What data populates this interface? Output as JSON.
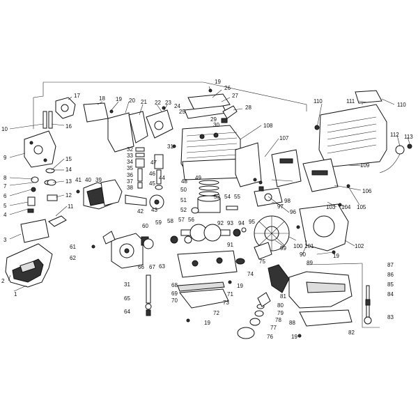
{
  "labels": {
    "l1": "1",
    "l2": "2",
    "l3": "3",
    "l4": "4",
    "l5": "5",
    "l6": "6",
    "l7": "7",
    "l8": "8",
    "l9": "9",
    "l10": "10",
    "l11": "11",
    "l12": "12",
    "l13": "13",
    "l14": "14",
    "l15": "15",
    "l16": "16",
    "l17": "17",
    "l18": "18",
    "l19": "19",
    "l20": "20",
    "l21": "21",
    "l22": "22",
    "l23": "23",
    "l24": "24",
    "l25": "25",
    "l26": "26",
    "l27": "27",
    "l28": "28",
    "l29": "29",
    "l30": "30",
    "l31": "31",
    "l32": "32",
    "l33": "33",
    "l34": "34",
    "l35": "35",
    "l36": "36",
    "l37": "37",
    "l38": "38",
    "l39": "39",
    "l40": "40",
    "l41": "41",
    "l42": "42",
    "l43": "43",
    "l44": "44",
    "l45": "45",
    "l46": "46",
    "l47": "47",
    "l48": "48",
    "l49": "49",
    "l50": "50",
    "l51": "51",
    "l52": "52",
    "l53": "53",
    "l54": "54",
    "l55": "55",
    "l56": "56",
    "l57": "57",
    "l58": "58",
    "l59": "59",
    "l60": "60",
    "l61": "61",
    "l62": "62",
    "l63": "63",
    "l64": "64",
    "l65": "65",
    "l66": "66",
    "l67": "67",
    "l68": "68",
    "l69": "69",
    "l70": "70",
    "l71": "71",
    "l72": "72",
    "l73": "73",
    "l74": "74",
    "l75": "75",
    "l76": "76",
    "l77": "77",
    "l78": "78",
    "l79": "79",
    "l80": "80",
    "l81": "81",
    "l82": "82",
    "l83": "83",
    "l84": "84",
    "l85": "85",
    "l86": "86",
    "l87": "87",
    "l88": "88",
    "l89": "89",
    "l90": "90",
    "l91": "91",
    "l92": "92",
    "l93": "93",
    "l94": "94",
    "l95": "95",
    "l96": "96",
    "l97": "97",
    "l98": "98",
    "l99": "99",
    "l100": "100",
    "l101": "101",
    "l102": "102",
    "l103": "103",
    "l104": "104",
    "l105": "105",
    "l106": "106",
    "l107": "107",
    "l108": "108",
    "l109": "109",
    "l110": "110",
    "l111": "111",
    "l112": "112",
    "l113": "113"
  }
}
